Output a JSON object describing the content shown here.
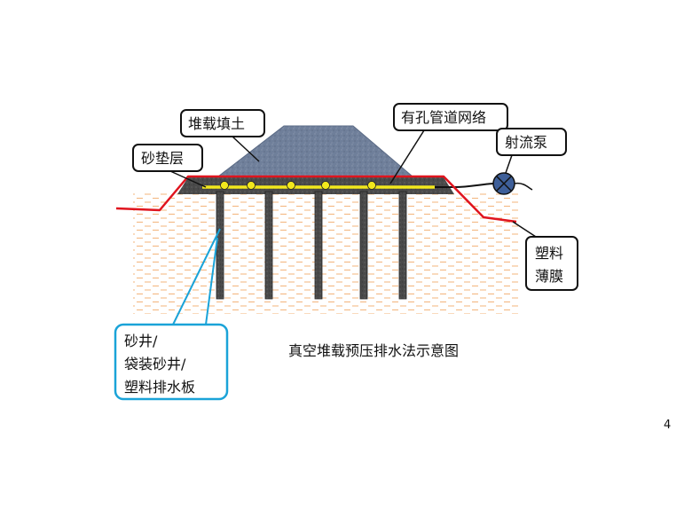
{
  "labels": {
    "surcharge_fill": "堆载填土",
    "perforated_pipe": "有孔管道网络",
    "jet_pump": "射流泵",
    "sand_cushion": "砂垫层",
    "plastic_film_line1": "塑料",
    "plastic_film_line2": "薄膜",
    "drain_line1": "砂井/",
    "drain_line2": "袋装砂井/",
    "drain_line3": "塑料排水板"
  },
  "caption": "真空堆载预压排水法示意图",
  "page_number": "4",
  "colors": {
    "membrane": "#e0141e",
    "callout_border_black": "#111111",
    "callout_border_blue": "#1aa3d8",
    "fill_mound": "#6f7f9a",
    "drain_yellow": "#f2e81c",
    "soil_dash": "#f0a15a",
    "pump_fill": "#3e5f99"
  }
}
